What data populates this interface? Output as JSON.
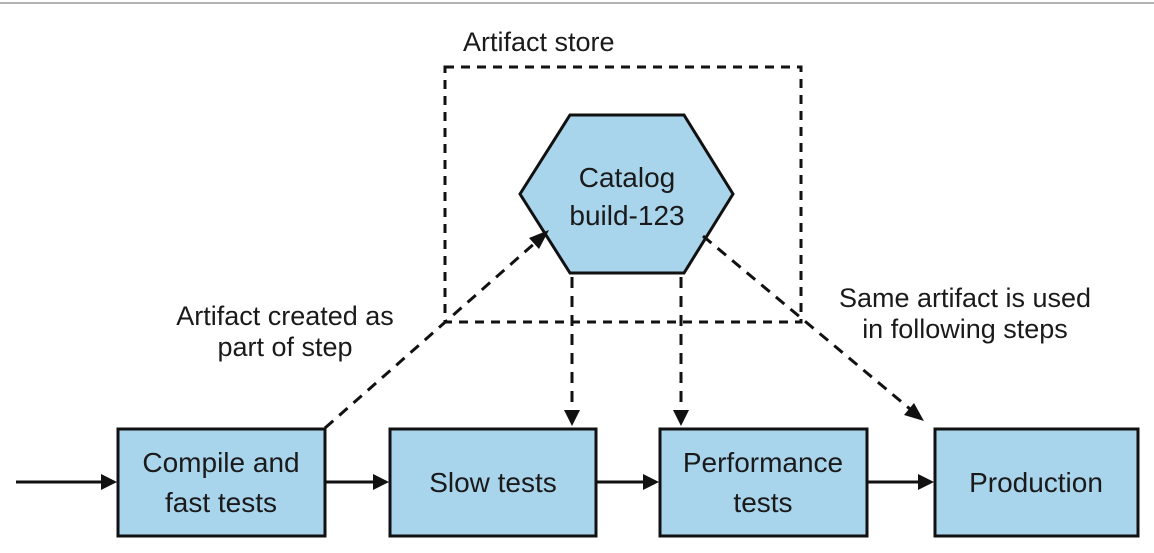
{
  "colors": {
    "box_fill": "#a8d4ec",
    "stroke": "#111111",
    "top_rule": "#9a9a9a",
    "text": "#1a1a1a"
  },
  "artifact_store": {
    "label": "Artifact store"
  },
  "artifact": {
    "line1": "Catalog",
    "line2": "build-123"
  },
  "annotations": {
    "created_line1": "Artifact created as",
    "created_line2": "part of step",
    "reused_line1": "Same artifact is used",
    "reused_line2": "in following steps"
  },
  "steps": [
    {
      "line1": "Compile and",
      "line2": "fast tests"
    },
    {
      "line1": "Slow tests",
      "line2": ""
    },
    {
      "line1": "Performance",
      "line2": "tests"
    },
    {
      "line1": "Production",
      "line2": ""
    }
  ]
}
